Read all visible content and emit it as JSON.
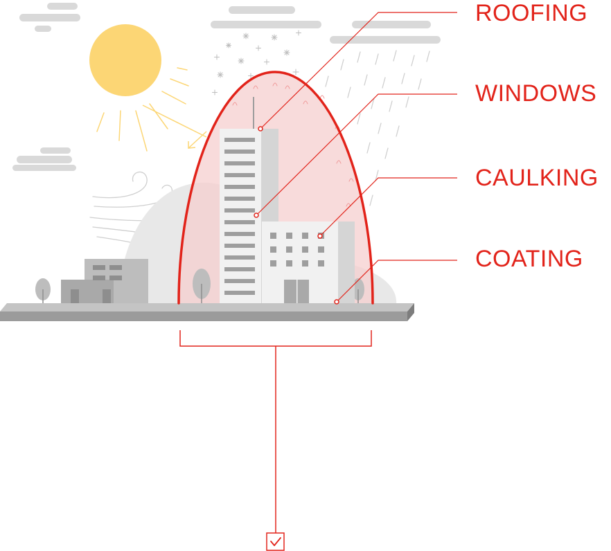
{
  "labels": {
    "roofing": "ROOFING",
    "windows": "WINDOWS",
    "caulking": "CAULKING",
    "coating": "COATING"
  },
  "icons": {
    "sun": "sun-icon",
    "clouds": "cloud-icon",
    "snow": "snowflake-icon",
    "rain": "rain-icon",
    "wind": "wind-icon",
    "protection_dome": "dome-shield-icon",
    "result": "checkbox-check-icon"
  },
  "colors": {
    "accent": "#e2231a",
    "dome_fill": "#f6cfcf",
    "sun": "#fcd675",
    "cloud": "#d9d9d9",
    "ground": "#9b9b9b",
    "building_light": "#f1f1f1",
    "building_dark": "#a9a9a9"
  }
}
